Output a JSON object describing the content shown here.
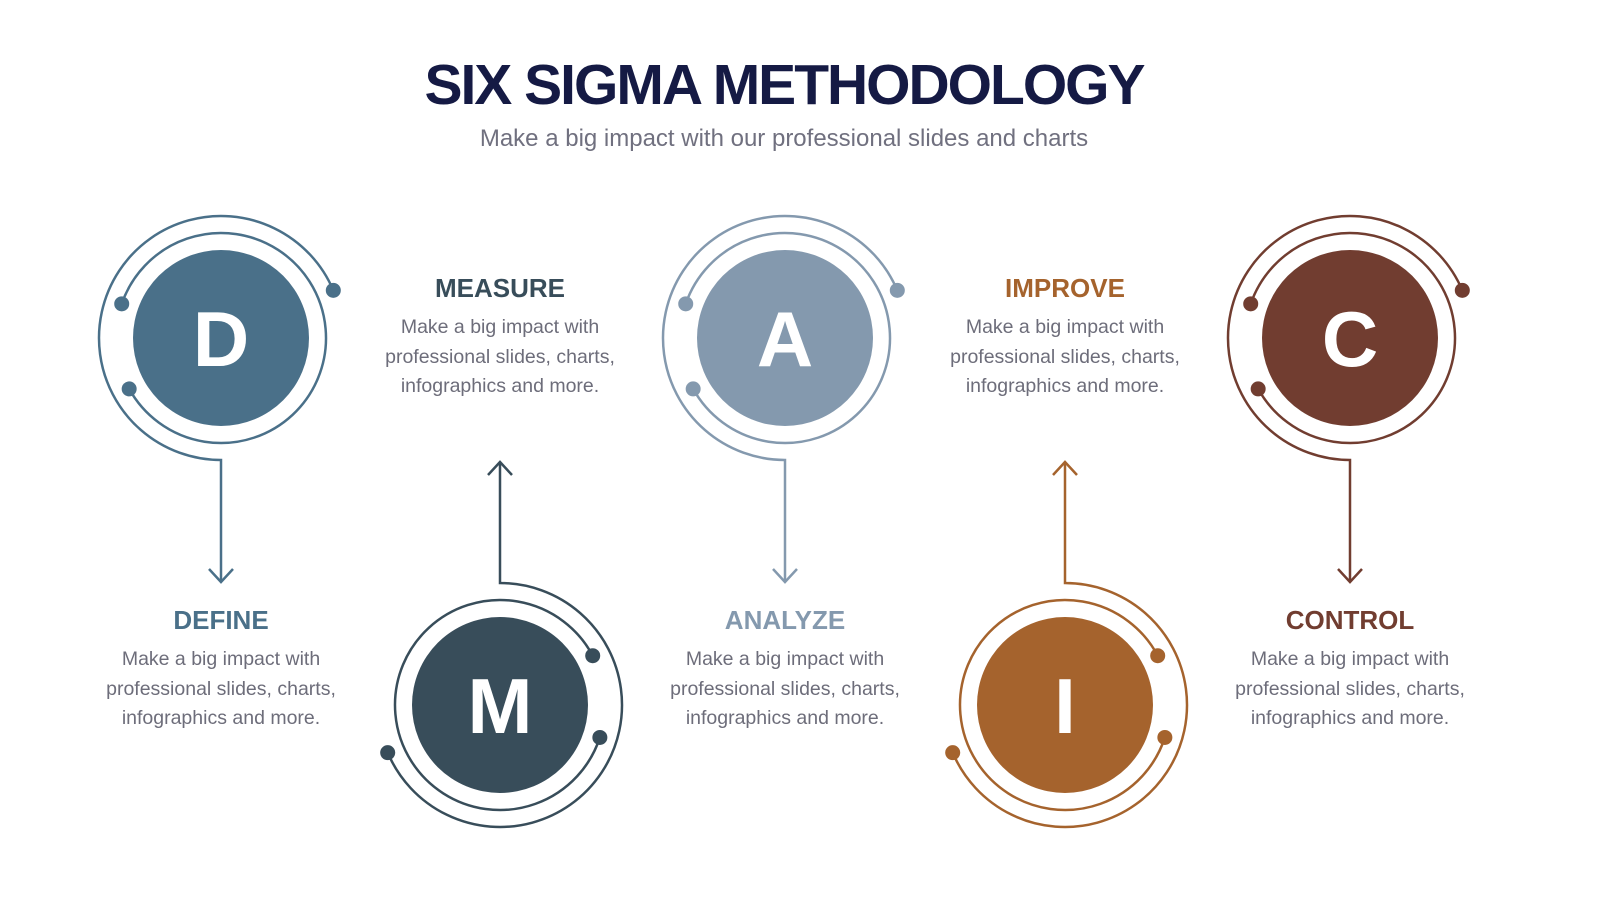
{
  "title": "SIX SIGMA METHODOLOGY",
  "subtitle": "Make a big impact with our professional slides and charts",
  "steps": [
    {
      "letter": "D",
      "label": "DEFINE",
      "desc": "Make a big impact with professional slides, charts, infographics and more.",
      "color": "#4a7089",
      "position": "top"
    },
    {
      "letter": "M",
      "label": "MEASURE",
      "desc": "Make a big impact with professional slides, charts, infographics and more.",
      "color": "#384d5a",
      "position": "bottom"
    },
    {
      "letter": "A",
      "label": "ANALYZE",
      "desc": "Make a big impact with professional slides, charts, infographics and more.",
      "color": "#8499ae",
      "position": "top"
    },
    {
      "letter": "I",
      "label": "IMPROVE",
      "desc": "Make a big impact with professional slides, charts, infographics and more.",
      "color": "#a5632d",
      "position": "bottom"
    },
    {
      "letter": "C",
      "label": "CONTROL",
      "desc": "Make a big impact with professional slides, charts, infographics and more.",
      "color": "#713d30",
      "position": "top"
    }
  ]
}
